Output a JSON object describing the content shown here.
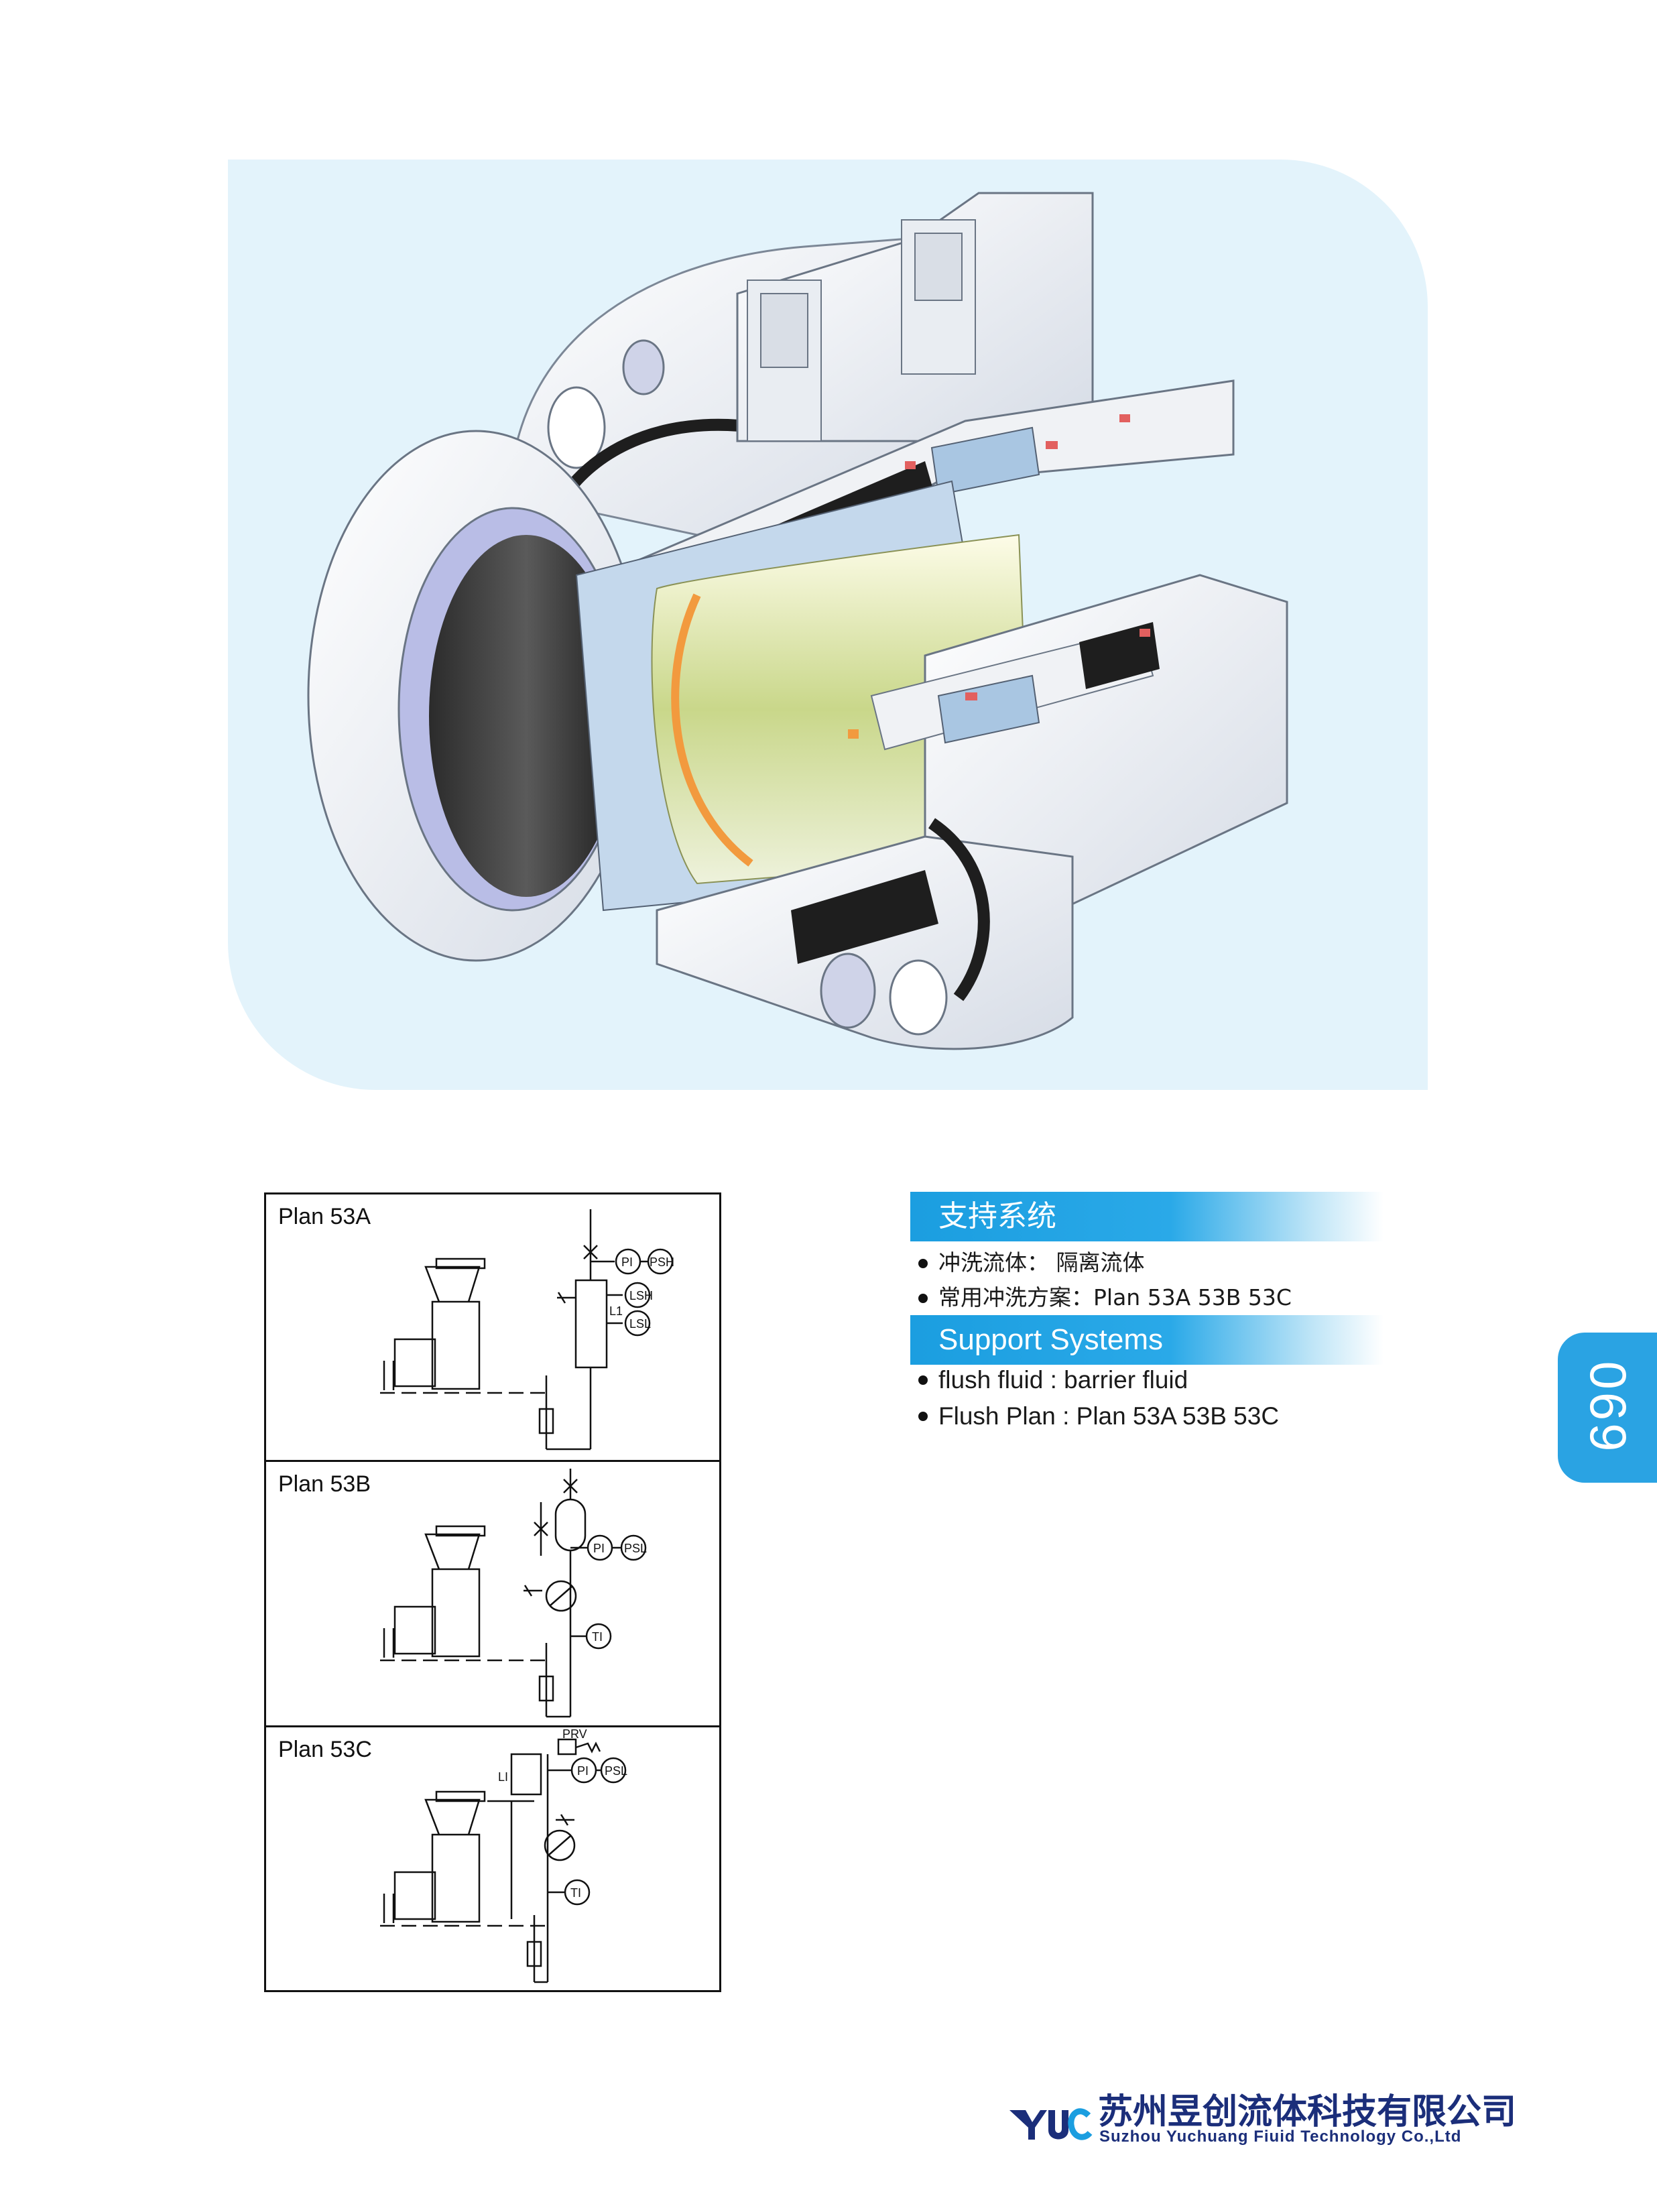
{
  "hero": {
    "image": "mechanical-seal-cutaway-render",
    "colors": {
      "background": "#e3f3fb",
      "metal": "#eef1f6",
      "shadow": "#bcc6d2",
      "elastomer": "#1e1e1e",
      "sleeve": "#a9c6e2",
      "accent_orange": "#f29a3e",
      "accent_red": "#e2605f"
    }
  },
  "plans": [
    {
      "title": "Plan 53A",
      "tags": [
        "PI",
        "PSH",
        "LSH",
        "LSL",
        "L1"
      ]
    },
    {
      "title": "Plan 53B",
      "tags": [
        "PI",
        "PSL",
        "TI"
      ]
    },
    {
      "title": "Plan 53C",
      "tags": [
        "PRV",
        "LI",
        "PI",
        "PSL",
        "TI"
      ]
    }
  ],
  "support_cn": {
    "heading": "支持系统",
    "items": [
      "冲洗流体：  隔离流体",
      "常用冲洗方案：Plan 53A 53B 53C"
    ]
  },
  "support_en": {
    "heading": "Support Systems",
    "items": [
      "flush fluid :  barrier fluid",
      "Flush Plan : Plan 53A 53B 53C"
    ]
  },
  "page": {
    "number": "069",
    "color": "#2aa3e3"
  },
  "footer": {
    "logo": "YUC",
    "company_cn": "苏州昱创流体科技有限公司",
    "company_en": "Suzhou Yuchuang Fiuid Technology Co.,Ltd",
    "color": "#1b2e7a"
  }
}
